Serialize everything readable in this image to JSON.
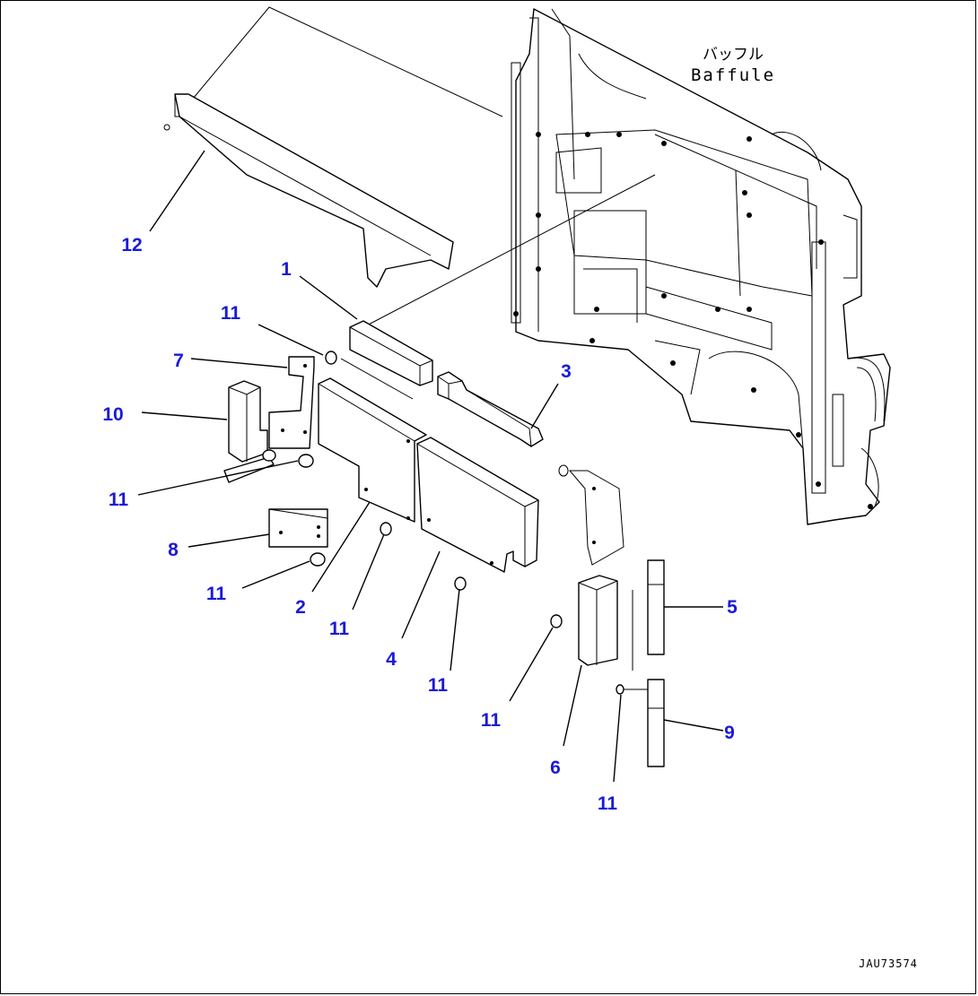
{
  "annotation": {
    "japanese": "バッフル",
    "english": "Baffule"
  },
  "drawing_ref": "JAU73574",
  "callouts": {
    "c1": "1",
    "c2": "2",
    "c3": "3",
    "c4": "4",
    "c5": "5",
    "c6": "6",
    "c7": "7",
    "c8": "8",
    "c9": "9",
    "c10": "10",
    "c11": "11",
    "c12": "12"
  },
  "colors": {
    "callout": "#1a1ad6",
    "line": "#000000",
    "background": "#ffffff"
  }
}
